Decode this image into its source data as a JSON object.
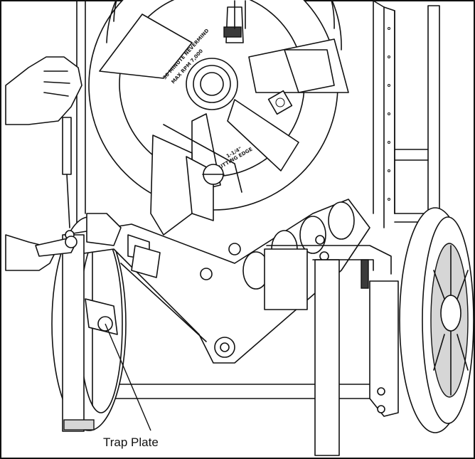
{
  "figure": {
    "callouts": [
      {
        "label": "Trap Plate"
      }
    ],
    "blade_marks": {
      "upper": "30 MINUTE NEVERMIND",
      "upper2": "MAX RPM 7,000",
      "lower": "1-1/4\"",
      "lower2": "CUTTING EDGE"
    }
  }
}
